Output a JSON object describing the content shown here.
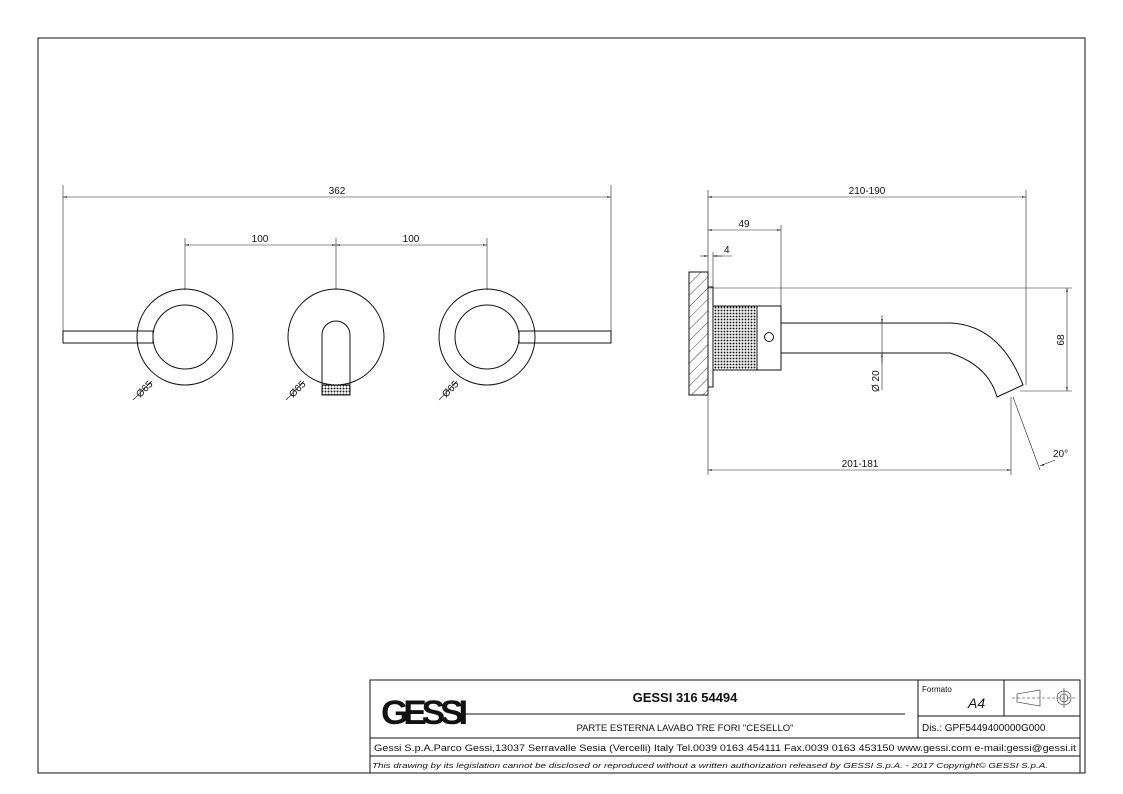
{
  "drawing": {
    "front_view": {
      "overall_width": "362",
      "spacing_left": "100",
      "spacing_right": "100",
      "diameter_left": "Ø65",
      "diameter_center": "Ø65",
      "diameter_right": "Ø65"
    },
    "side_view": {
      "projection_max": "210-190",
      "body_depth": "49",
      "plate_thickness": "4",
      "height": "68",
      "spout_diameter": "Ø 20",
      "projection_min": "201-181",
      "outlet_angle": "20°"
    }
  },
  "title_block": {
    "logo": "GESSI",
    "product_code": "GESSI 316 54494",
    "description": "PARTE ESTERNA LAVABO TRE FORI \"CESELLO\"",
    "format_label": "Formato",
    "format_value": "A4",
    "drawing_number": "Dis.: GPF5449400000G000",
    "address": "Gessi S.p.A.Parco Gessi,13037 Serravalle Sesia (Vercelli) Italy Tel.0039 0163 454111 Fax.0039 0163 453150 www.gessi.com e-mail:gessi@gessi.it",
    "disclaimer": "This drawing by its legislation cannot be disclosed or reproduced without a written authorization released by GESSI S.p.A. - 2017 Copyright© GESSI S.p.A."
  }
}
